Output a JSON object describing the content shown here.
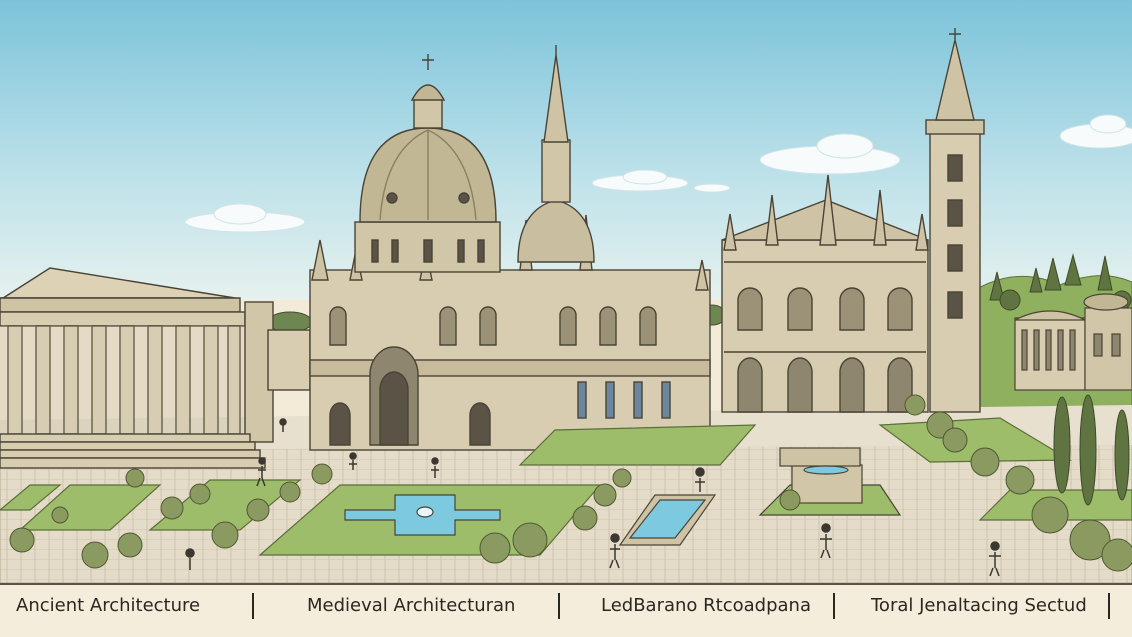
{
  "captions": [
    "Ancient Architecture",
    "Medieval Architecturan",
    "LedBarano Rtcoadpana",
    "Toral Jenaltacing Sectud"
  ],
  "colors": {
    "sky_top": "#86c9de",
    "sky_bottom": "#d6ecef",
    "stone": "#d8cdb1",
    "stone_dark": "#b9ad8f",
    "outline": "#4a4436",
    "lawn": "#9dbd6a",
    "water": "#7cc9e0",
    "plaza": "#e2d9c6",
    "tree": "#6e7f4a"
  }
}
